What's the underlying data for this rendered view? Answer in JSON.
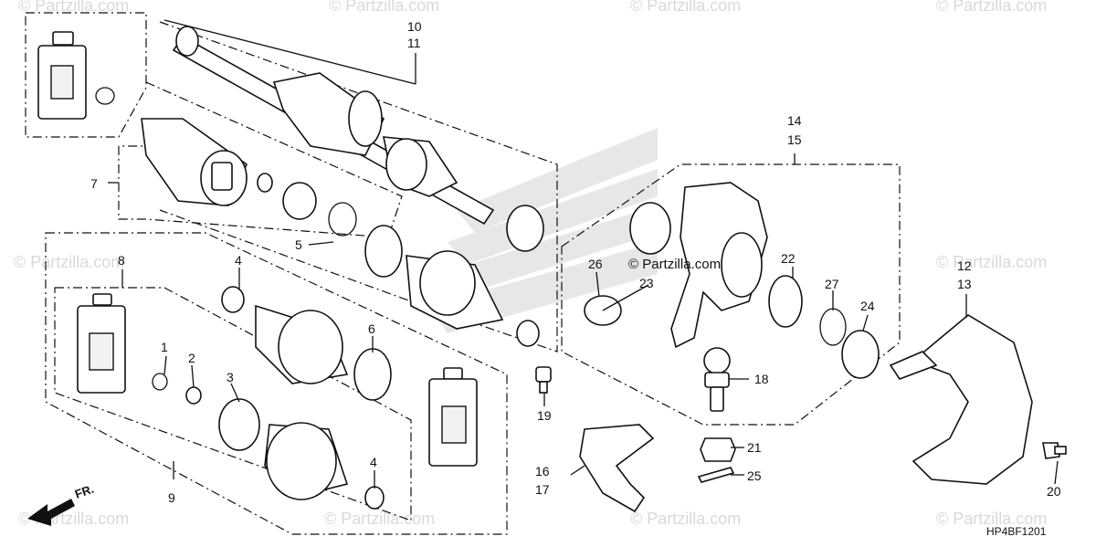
{
  "watermark": "© Partzilla.com",
  "brand_label": "© Partzilla.com",
  "diagram_code": "HP4BF1201",
  "direction_label": "FR.",
  "callouts": [
    "1",
    "2",
    "3",
    "4",
    "4",
    "5",
    "6",
    "7",
    "8",
    "9",
    "10",
    "11",
    "12",
    "13",
    "14",
    "15",
    "16",
    "17",
    "18",
    "19",
    "20",
    "21",
    "22",
    "23",
    "24",
    "25",
    "26",
    "27"
  ],
  "labels": {
    "c1": "1",
    "c2": "2",
    "c3": "3",
    "c4a": "4",
    "c4b": "4",
    "c5": "5",
    "c6": "6",
    "c7": "7",
    "c8": "8",
    "c9": "9",
    "c10": "10",
    "c11": "11",
    "c12": "12",
    "c13": "13",
    "c14": "14",
    "c15": "15",
    "c16": "16",
    "c17": "17",
    "c18": "18",
    "c19": "19",
    "c20": "20",
    "c21": "21",
    "c22": "22",
    "c23": "23",
    "c24": "24",
    "c25": "25",
    "c26": "26",
    "c27": "27"
  }
}
